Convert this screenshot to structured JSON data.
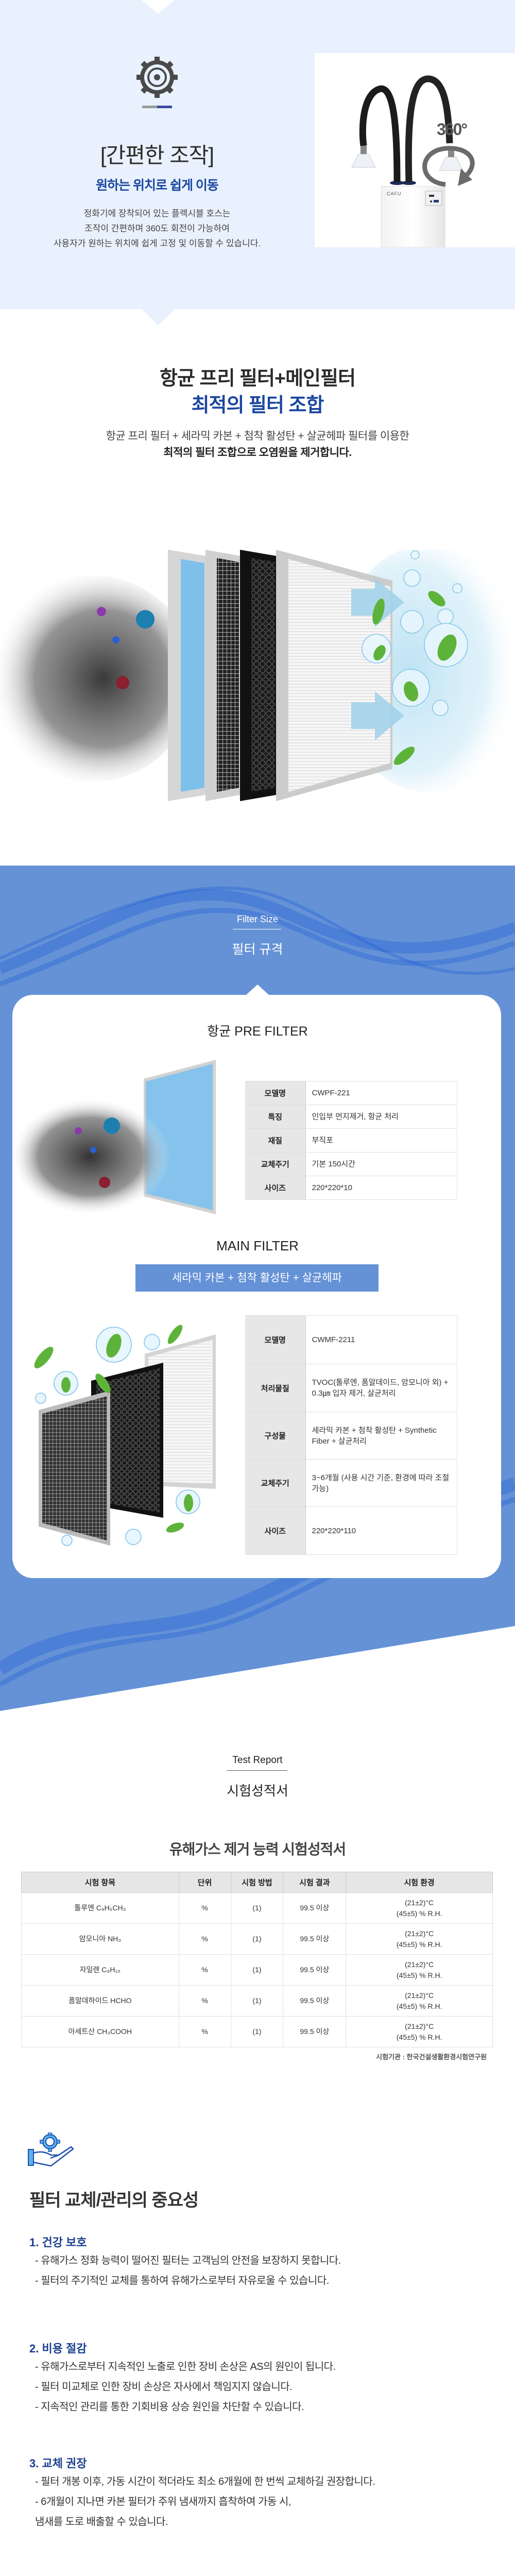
{
  "easy_control": {
    "title": "[간편한 조작]",
    "subtitle": "원하는 위치로 쉽게 이동",
    "body": [
      "정화기에 장착되어 있는 플렉시블 호스는",
      "조작이 간편하며 360도 회전이 가능하여",
      "사용자가 원하는 위치에 쉽게 고정 및 이동할 수 있습니다."
    ],
    "product_brand": "CAFU",
    "rotation_badge": "360°"
  },
  "combo": {
    "title": "항균 프리 필터+메인필터",
    "title_highlight": "최적의 필터 조합",
    "desc": "항균 프리 필터 + 세라믹 카본 + 첨착 활성탄 + 살균헤파 필터를 이용한",
    "desc_bold": "최적의 필터 조합으로 오염원을 제거합니다."
  },
  "filter_size": {
    "label_en": "Filter Size",
    "label_ko": "필터 규격",
    "pre_filter": {
      "title": "항균 PRE FILTER",
      "specs": [
        {
          "k": "모델명",
          "v": "CWPF-221"
        },
        {
          "k": "특징",
          "v": "인입부 먼지제거, 항균 처리"
        },
        {
          "k": "재질",
          "v": "부직포"
        },
        {
          "k": "교체주기",
          "v": "기본 150시간"
        },
        {
          "k": "사이즈",
          "v": "220*220*10"
        }
      ]
    },
    "main_filter": {
      "title": "MAIN FILTER",
      "banner": "세라믹 카본 + 첨착 활성탄 + 살균헤파",
      "specs": [
        {
          "k": "모델명",
          "v": "CWMF-2211"
        },
        {
          "k": "처리물질",
          "v": "TVOC(톨루엔, 폼알데이드, 암모니아 외) + 0.3㎛ 입자 제거, 살균처리"
        },
        {
          "k": "구성물",
          "v": "세라믹 카본 + 첨착 활성탄 + Synthetic Fiber + 살균처리"
        },
        {
          "k": "교체주기",
          "v": "3~6개월 (사용 시간 기준, 환경에 따라 조절 가능)"
        },
        {
          "k": "사이즈",
          "v": "220*220*110"
        }
      ]
    }
  },
  "test_report": {
    "label_en": "Test Report",
    "label_ko": "시험성적서",
    "table_title": "유해가스 제거 능력 시험성적서",
    "headers": [
      "시험 항목",
      "단위",
      "시험 방법",
      "시험 결과",
      "시험 환경"
    ],
    "rows": [
      [
        "톨루엔 C₆H₅CH₃",
        "%",
        "(1)",
        "99.5 이상",
        "(21±2)°C\n(45±5) % R.H."
      ],
      [
        "암모니아 NH₃",
        "%",
        "(1)",
        "99.5 이상",
        "(21±2)°C\n(45±5) % R.H."
      ],
      [
        "자일렌 C₈H₁₀",
        "%",
        "(1)",
        "99.5 이상",
        "(21±2)°C\n(45±5) % R.H."
      ],
      [
        "폼알데하이드 HCHO",
        "%",
        "(1)",
        "99.5 이상",
        "(21±2)°C\n(45±5) % R.H."
      ],
      [
        "아세트산 CH₃COOH",
        "%",
        "(1)",
        "99.5 이상",
        "(21±2)°C\n(45±5) % R.H."
      ]
    ],
    "footer": "시험기관 : 한국건설생활환경시험연구원"
  },
  "importance": {
    "title": "필터 교체/관리의 중요성",
    "sections": [
      {
        "heading": "1. 건강 보호",
        "items": [
          "- 유해가스 정화 능력이 떨어진 필터는 고객님의 안전을 보장하지 못합니다.",
          "- 필터의 주기적인 교체를 통하여 유해가스로부터 자유로울 수 있습니다."
        ]
      },
      {
        "heading": "2. 비용 절감",
        "items": [
          "- 유해가스로부터 지속적인 노출로 인한 장비 손상은 AS의 원인이 됩니다.",
          "- 필터 미교체로 인한 장비 손상은 자사에서 책임지지 않습니다.",
          "- 지속적인 관리를 통한 기회비용 상승 원인을 차단할 수 있습니다."
        ]
      },
      {
        "heading": "3. 교체 권장",
        "items": [
          "- 필터 개봉 이후, 가동 시간이 적더라도 최소 6개월에 한 번씩 교체하길 권장합니다.",
          "- 6개월이 지나면 카본 필터가 주위 냄새까지 흡착하여 가동 시,\n  냄새를 도로 배출할 수 있습니다."
        ]
      }
    ]
  },
  "colors": {
    "accent": "#1a46a0",
    "section_blue": "#6592d6",
    "light_bg": "#e8f1fd"
  }
}
